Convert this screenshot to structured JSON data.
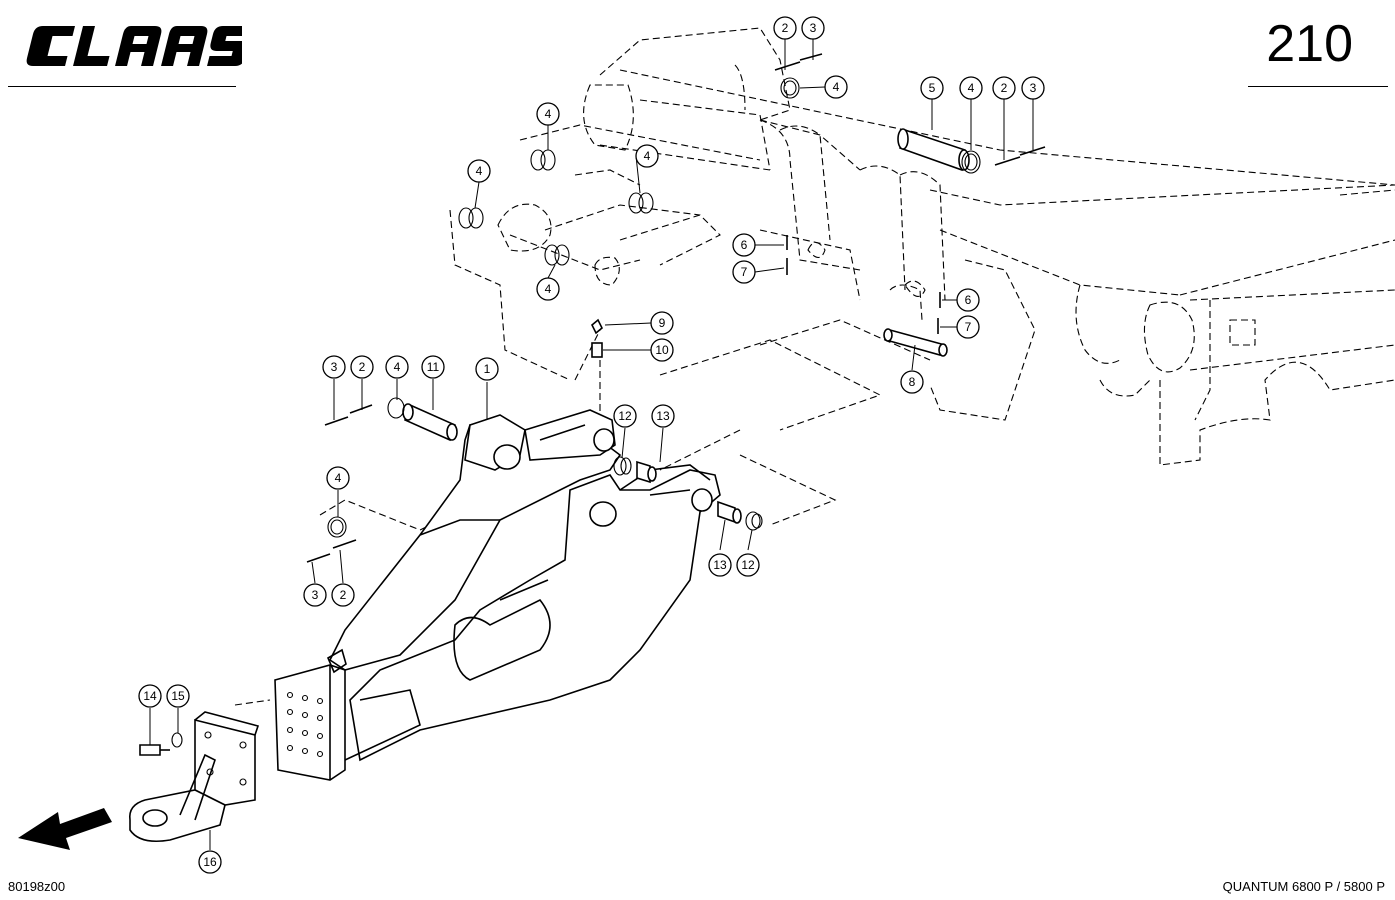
{
  "brand": "CLAAS",
  "page_number": "210",
  "drawing_ref": "80198z00",
  "model_ref": "QUANTUM 6800 P / 5800 P",
  "callouts": [
    {
      "label": "2"
    },
    {
      "label": "3"
    },
    {
      "label": "4"
    },
    {
      "label": "5"
    },
    {
      "label": "4"
    },
    {
      "label": "2"
    },
    {
      "label": "3"
    },
    {
      "label": "4"
    },
    {
      "label": "4"
    },
    {
      "label": "4"
    },
    {
      "label": "4"
    },
    {
      "label": "6"
    },
    {
      "label": "7"
    },
    {
      "label": "6"
    },
    {
      "label": "7"
    },
    {
      "label": "8"
    },
    {
      "label": "9"
    },
    {
      "label": "10"
    },
    {
      "label": "3"
    },
    {
      "label": "2"
    },
    {
      "label": "4"
    },
    {
      "label": "11"
    },
    {
      "label": "1"
    },
    {
      "label": "12"
    },
    {
      "label": "13"
    },
    {
      "label": "13"
    },
    {
      "label": "12"
    },
    {
      "label": "4"
    },
    {
      "label": "3"
    },
    {
      "label": "2"
    },
    {
      "label": "14"
    },
    {
      "label": "15"
    },
    {
      "label": "16"
    }
  ]
}
